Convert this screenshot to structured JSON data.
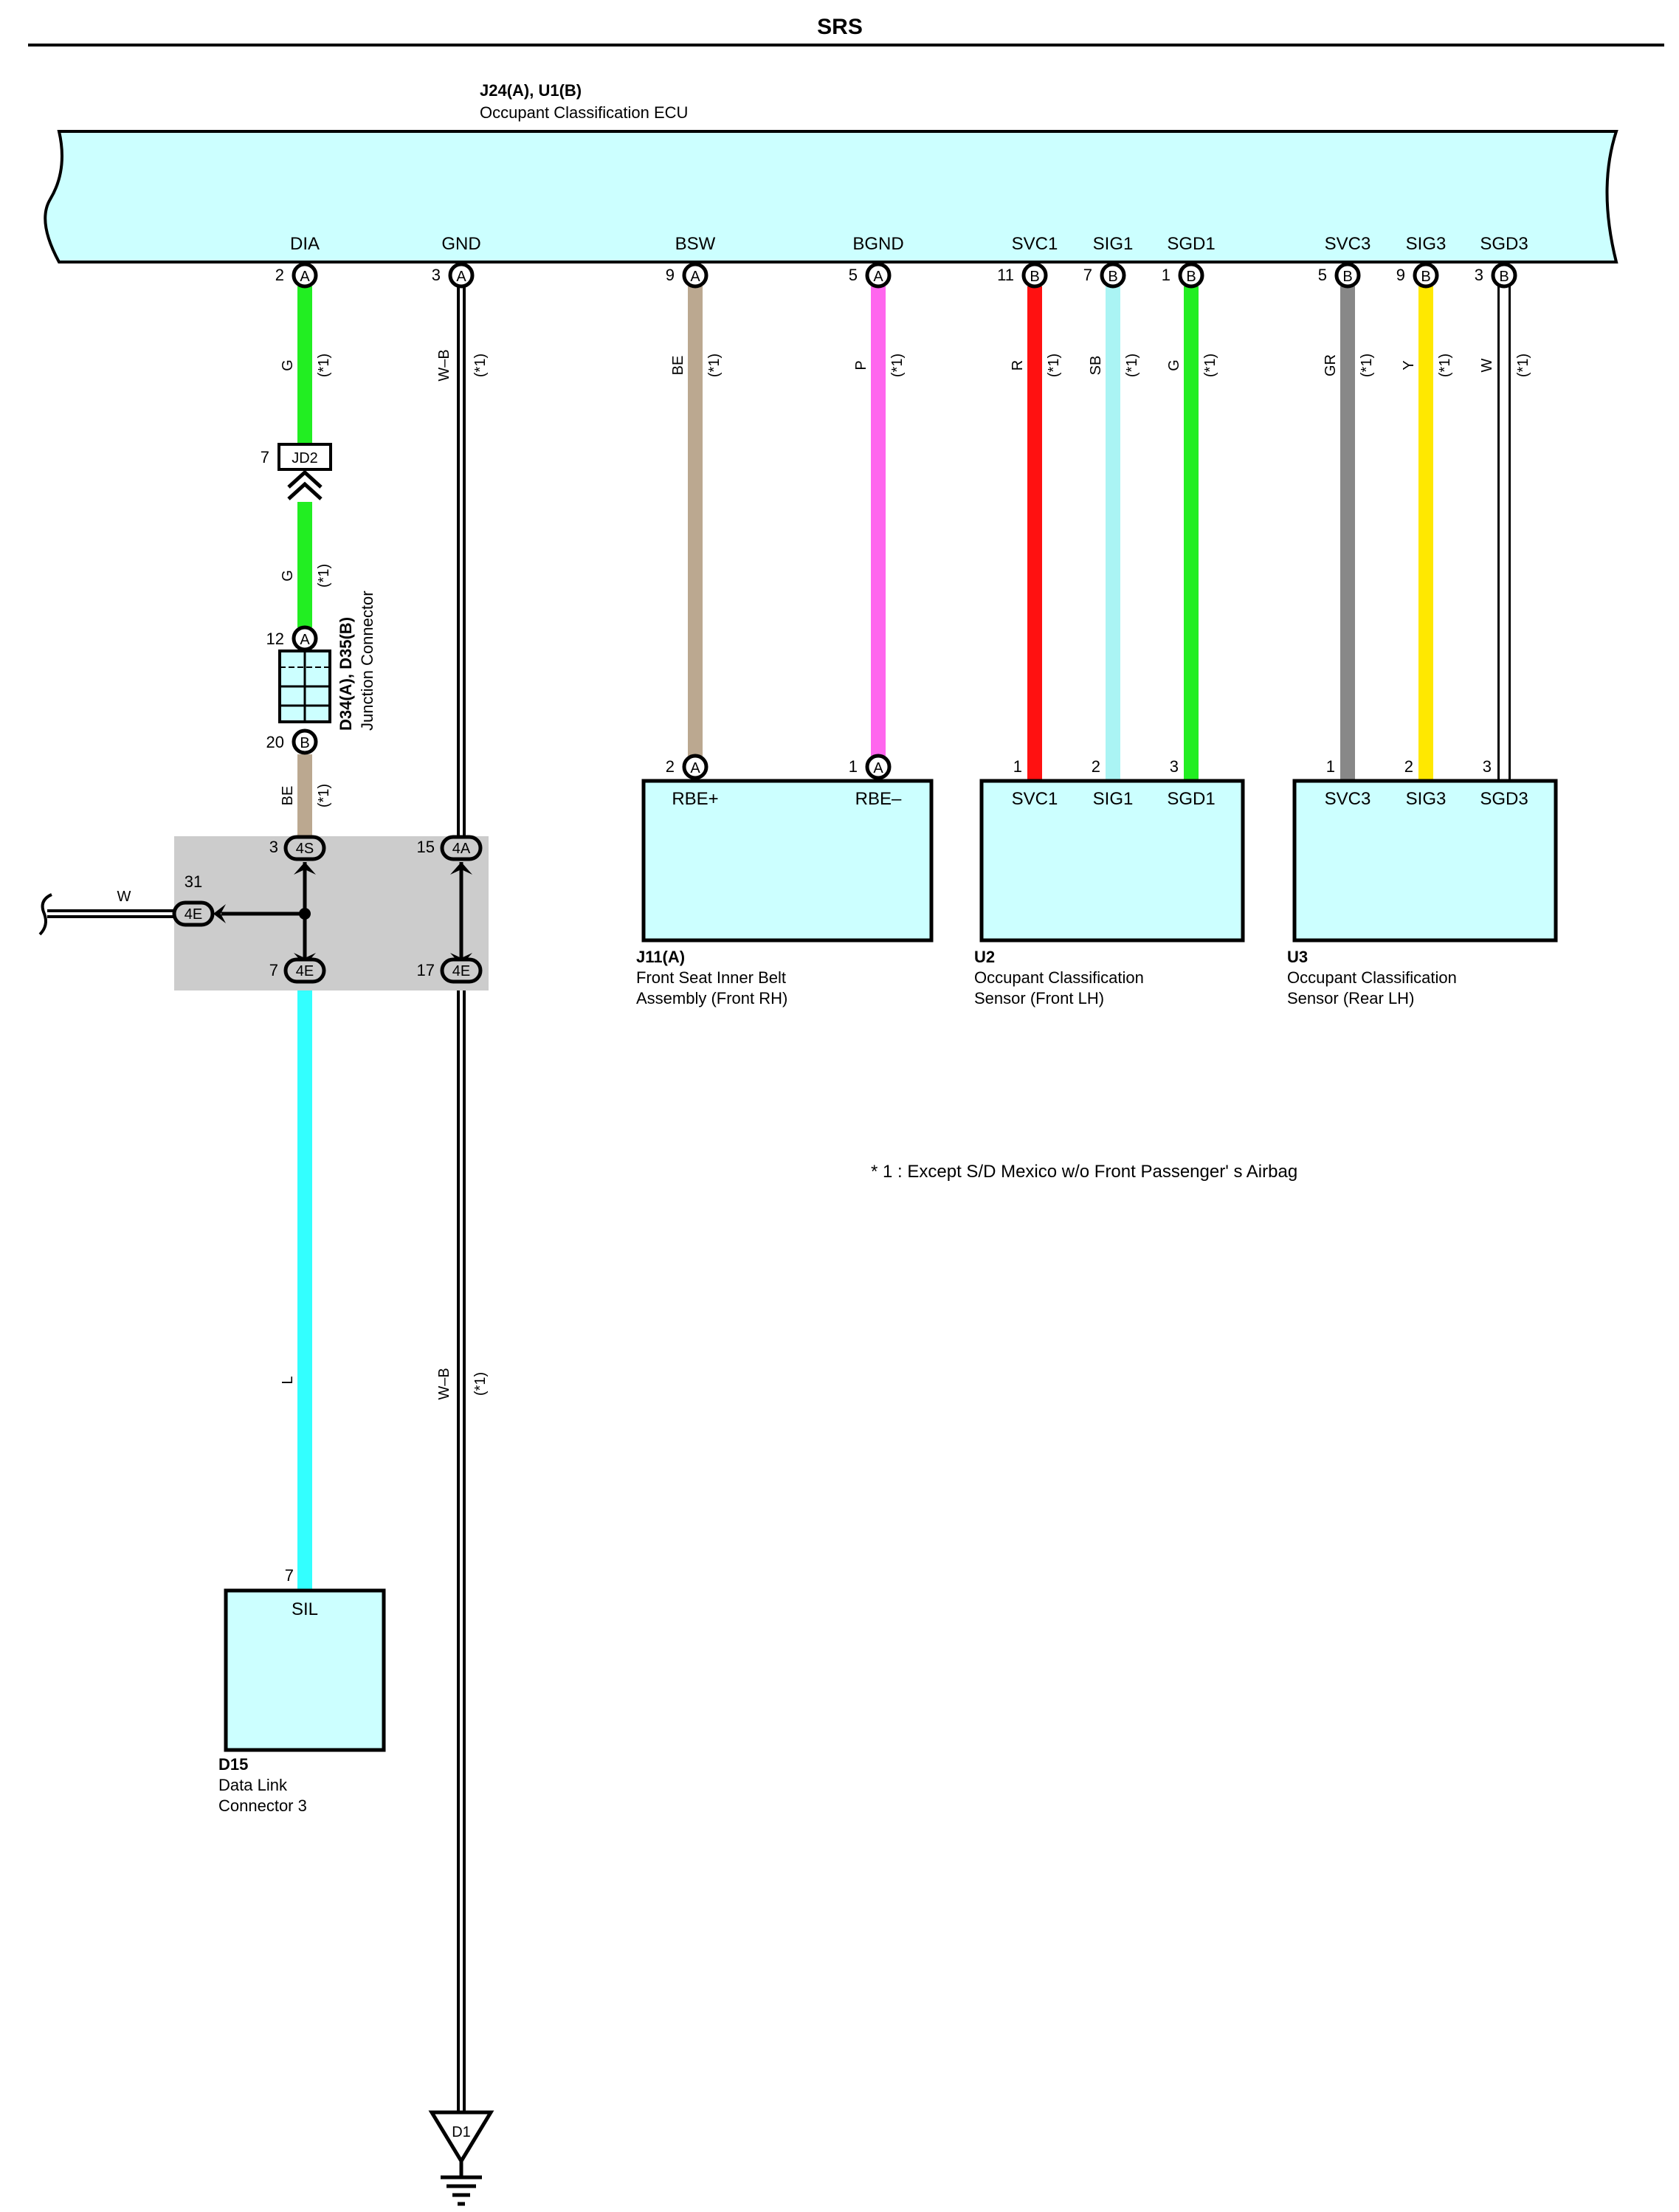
{
  "title": "SRS",
  "ecu": {
    "code": "J24(A), U1(B)",
    "name": "Occupant Classification ECU",
    "pins": [
      {
        "label": "DIA",
        "num": "2",
        "conn": "A"
      },
      {
        "label": "GND",
        "num": "3",
        "conn": "A"
      },
      {
        "label": "BSW",
        "num": "9",
        "conn": "A"
      },
      {
        "label": "BGND",
        "num": "5",
        "conn": "A"
      },
      {
        "label": "SVC1",
        "num": "11",
        "conn": "B"
      },
      {
        "label": "SIG1",
        "num": "7",
        "conn": "B"
      },
      {
        "label": "SGD1",
        "num": "1",
        "conn": "B"
      },
      {
        "label": "SVC3",
        "num": "5",
        "conn": "B"
      },
      {
        "label": "SIG3",
        "num": "9",
        "conn": "B"
      },
      {
        "label": "SGD3",
        "num": "3",
        "conn": "B"
      }
    ]
  },
  "wires": [
    {
      "color_code": "G",
      "note": "(*1)",
      "hex": "#22ee22"
    },
    {
      "color_code": "W–B",
      "note": "(*1)",
      "hex": "#ffffff"
    },
    {
      "color_code": "BE",
      "note": "(*1)",
      "hex": "#bba890"
    },
    {
      "color_code": "P",
      "note": "(*1)",
      "hex": "#ff66ee"
    },
    {
      "color_code": "R",
      "note": "(*1)",
      "hex": "#ff1111"
    },
    {
      "color_code": "SB",
      "note": "(*1)",
      "hex": "#aaf4f4"
    },
    {
      "color_code": "G",
      "note": "(*1)",
      "hex": "#22ee22"
    },
    {
      "color_code": "GR",
      "note": "(*1)",
      "hex": "#888888"
    },
    {
      "color_code": "Y",
      "note": "(*1)",
      "hex": "#ffe800"
    },
    {
      "color_code": "W",
      "note": "(*1)",
      "hex": "#ffffff"
    }
  ],
  "dia_path": {
    "jd2": {
      "num": "7",
      "label": "JD2"
    },
    "g2": {
      "color_code": "G",
      "note": "(*1)"
    },
    "junction": {
      "code": "D34(A), D35(B)",
      "name": "Junction Connector",
      "top": {
        "num": "12",
        "conn": "A"
      },
      "bottom": {
        "num": "20",
        "conn": "B"
      }
    },
    "be": {
      "color_code": "BE",
      "note": "(*1)"
    },
    "l": {
      "color_code": "L",
      "hex": "#33ffff"
    }
  },
  "junction_block": {
    "p4s": {
      "num": "3",
      "label": "4S"
    },
    "p4a": {
      "num": "15",
      "label": "4A"
    },
    "p4e_left": {
      "num": "31",
      "label": "4E"
    },
    "p4e_7": {
      "num": "7",
      "label": "4E"
    },
    "p4e_17": {
      "num": "17",
      "label": "4E"
    },
    "w_wire": "W"
  },
  "gnd_lower": {
    "color_code": "W–B",
    "note": "(*1)"
  },
  "ground": {
    "label": "D1"
  },
  "components": {
    "j11": {
      "code": "J11(A)",
      "name1": "Front Seat Inner Belt",
      "name2": "Assembly (Front RH)",
      "pins": [
        {
          "num": "2",
          "conn": "A",
          "label": "RBE+"
        },
        {
          "num": "1",
          "conn": "A",
          "label": "RBE–"
        }
      ]
    },
    "u2": {
      "code": "U2",
      "name1": "Occupant Classification",
      "name2": "Sensor (Front LH)",
      "pins": [
        {
          "num": "1",
          "label": "SVC1"
        },
        {
          "num": "2",
          "label": "SIG1"
        },
        {
          "num": "3",
          "label": "SGD1"
        }
      ]
    },
    "u3": {
      "code": "U3",
      "name1": "Occupant Classification",
      "name2": "Sensor (Rear LH)",
      "pins": [
        {
          "num": "1",
          "label": "SVC3"
        },
        {
          "num": "2",
          "label": "SIG3"
        },
        {
          "num": "3",
          "label": "SGD3"
        }
      ]
    },
    "d15": {
      "code": "D15",
      "name1": "Data Link",
      "name2": "Connector 3",
      "pin": {
        "num": "7",
        "label": "SIL"
      }
    }
  },
  "note": "* 1 : Except S/D Mexico w/o Front Passenger' s Airbag",
  "colors": {
    "component_fill": "#ccffff",
    "junction_block_fill": "#cccccc",
    "line": "#000000"
  }
}
